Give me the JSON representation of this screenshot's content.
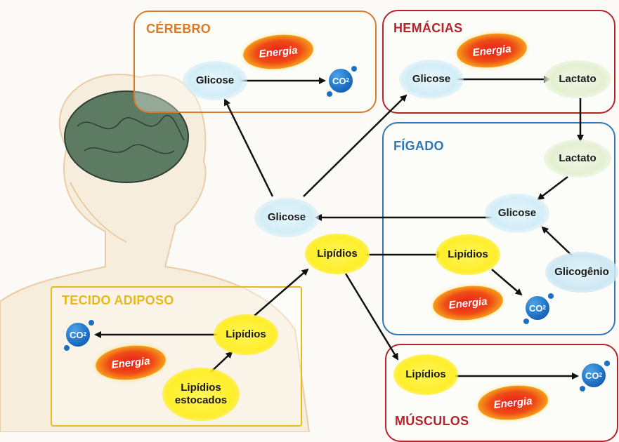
{
  "boxes": {
    "cerebro": {
      "title": "CÉREBRO",
      "color": "#d9792a"
    },
    "hemacias": {
      "title": "HEMÁCIAS",
      "color": "#b3252b"
    },
    "figado": {
      "title": "FÍGADO",
      "color": "#2f77b6"
    },
    "tecido": {
      "title": "TECIDO ADIPOSO",
      "color": "#e7b91c"
    },
    "musculos": {
      "title": "MÚSCULOS",
      "color": "#b3252b"
    }
  },
  "nodes": {
    "glicose_cerebro": "Glicose",
    "glicose_hemacias": "Glicose",
    "lactato_hemacias": "Lactato",
    "lactato_figado": "Lactato",
    "glicose_figado": "Glicose",
    "glicose_central": "Glicose",
    "lipidios_central": "Lipídios",
    "lipidios_figado": "Lipídios",
    "glicogenio": "Glicogênio",
    "lipidios_tecido": "Lipídios",
    "lipidios_estocados_1": "Lipídios",
    "lipidios_estocados_2": "estocados",
    "lipidios_musculos": "Lipídios"
  },
  "labels": {
    "energia": "Energia",
    "co2_main": "CO",
    "co2_sub": "2"
  },
  "colors": {
    "arrow": "#111111",
    "energy_core": "#e81e1e",
    "lipid": "#ffee2a",
    "co2": "#1c6fc4"
  }
}
